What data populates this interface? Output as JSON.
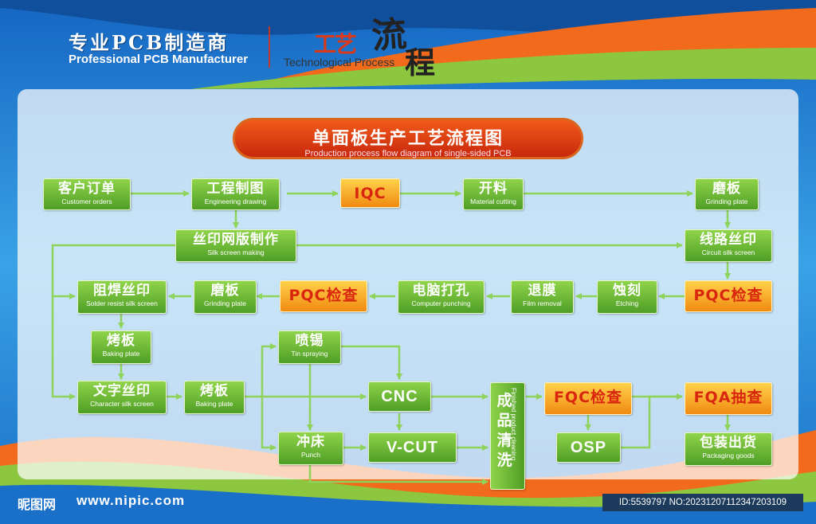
{
  "header": {
    "company_cn": "专业PCB制造商",
    "company_en": "Professional PCB Manufacturer",
    "process_cn_part1": "工艺",
    "process_cn_liu": "流",
    "process_cn_cheng": "程",
    "process_en": "Technological Process"
  },
  "banner": {
    "title_cn": "单面板生产工艺流程图",
    "title_en": "Production process flow diagram of single-sided PCB"
  },
  "nodes": {
    "customer_orders": {
      "cn": "客户订单",
      "en": "Customer orders"
    },
    "engineering_drawing": {
      "cn": "工程制图",
      "en": "Engineering drawing"
    },
    "iqc": {
      "cn": "IQC"
    },
    "material_cutting": {
      "cn": "开料",
      "en": "Material cutting"
    },
    "grinding_plate_1": {
      "cn": "磨板",
      "en": "Grinding plate"
    },
    "silk_screen_making": {
      "cn": "丝印网版制作",
      "en": "Silk screen making"
    },
    "circuit_silk_screen": {
      "cn": "线路丝印",
      "en": "Circuit silk screen"
    },
    "pqc_check_1": {
      "cn": "PQC检查"
    },
    "etching": {
      "cn": "蚀刻",
      "en": "Etching"
    },
    "film_removal": {
      "cn": "退膜",
      "en": "Film removal"
    },
    "computer_punching": {
      "cn": "电脑打孔",
      "en": "Computer punching"
    },
    "pqc_check_2": {
      "cn": "PQC检查"
    },
    "grinding_plate_2": {
      "cn": "磨板",
      "en": "Grinding plate"
    },
    "solder_resist": {
      "cn": "阻焊丝印",
      "en": "Solder resist silk screen"
    },
    "baking_plate_1": {
      "cn": "烤板",
      "en": "Baking plate"
    },
    "character_silk": {
      "cn": "文字丝印",
      "en": "Character silk screen"
    },
    "baking_plate_2": {
      "cn": "烤板",
      "en": "Baking plate"
    },
    "tin_spraying": {
      "cn": "喷锡",
      "en": "Tin spraying"
    },
    "cnc": {
      "cn": "CNC"
    },
    "punch": {
      "cn": "冲床",
      "en": "Punch"
    },
    "vcut": {
      "cn": "V-CUT"
    },
    "finished_cleaning": {
      "cn": "成品清洗",
      "en": "Finished product cleaning"
    },
    "fqc_check": {
      "cn": "FQC检查"
    },
    "osp": {
      "cn": "OSP"
    },
    "fqa_check": {
      "cn": "FQA抽查"
    },
    "packaging_goods": {
      "cn": "包装出货",
      "en": "Packaging goods"
    }
  },
  "watermark": {
    "site_cn": "昵图网",
    "site_url": "www.nipic.com",
    "image_id": "ID:5539797 NO:20231207112347203109"
  },
  "colors": {
    "node_green": "#6cbc36",
    "node_orange": "#f7a823",
    "qc_text_red": "#d9260f",
    "arrow_green": "#8ed35c",
    "banner_red": "#e0401a"
  }
}
